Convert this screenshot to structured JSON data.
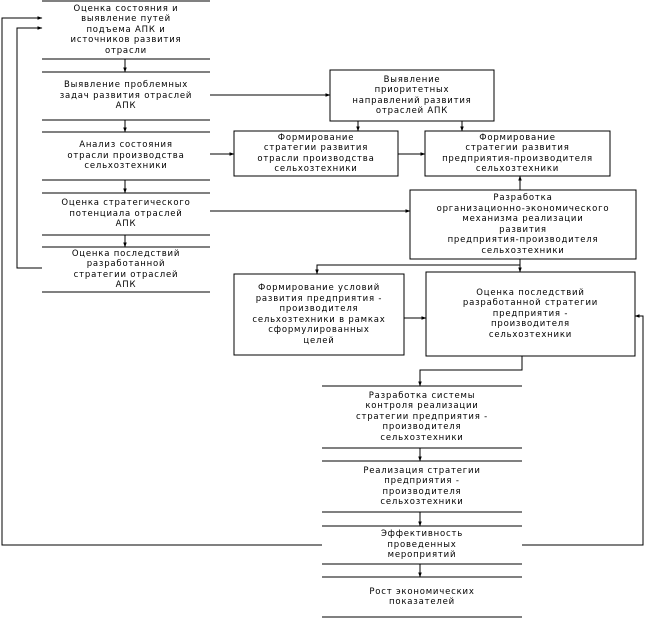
{
  "nodes": {
    "ocenka_sostoyaniya": "Оценка состояния и\nвыявление путей\nподъема АПК и\nисточников развития\nотрасли",
    "vyyavlenie_problemnyh": "Выявление проблемных\nзадач развития отраслей\nАПК",
    "analiz_sostoyaniya": "Анализ состояния\nотрасли производства\nсельхозтехники",
    "ocenka_strategicheskogo": "Оценка стратегического\nпотенциала отраслей\nАПК",
    "ocenka_posledstviy_apk": "Оценка последствий\nразработанной\nстратегии отраслей\nАПК",
    "vyyavlenie_prioritetnyh": "Выявление\nприоритетных\nнаправлений развития\nотраслей АПК",
    "formirovanie_strategii_otrasli": "Формирование\nстратегии развития\nотрасли производства\nсельхозтехники",
    "formirovanie_strategii_predpriyatiya": "Формирование\nстратегии развития\nпредприятия-производителя\nсельхозтехники",
    "razrabotka_mehanizma": "Разработка\nорганизационно-экономического\nмеханизма реализации\nразвития\nпредприятия-производителя\nсельхозтехники",
    "formirovanie_usloviy": "Формирование условий\nразвития предприятия -\nпроизводителя\nсельхозтехники в рамках\nсформулированных\nцелей",
    "ocenka_posledstviy_predpriyatiya": "Оценка последствий\nразработанной стратегии\nпредприятия -\nпроизводителя\nсельхозтехники",
    "razrabotka_sistemy_kontrolya": "Разработка системы\nконтроля реализации\nстратегии предприятия -\nпроизводителя\nсельхозтехники",
    "realizaciya_strategii": "Реализация стратегии\nпредприятия -\nпроизводителя\nсельхозтехники",
    "effektivnost": "Эффективность\nпроведенных\nмероприятий",
    "rost_pokazateley": "Рост экономических\nпоказателей"
  }
}
